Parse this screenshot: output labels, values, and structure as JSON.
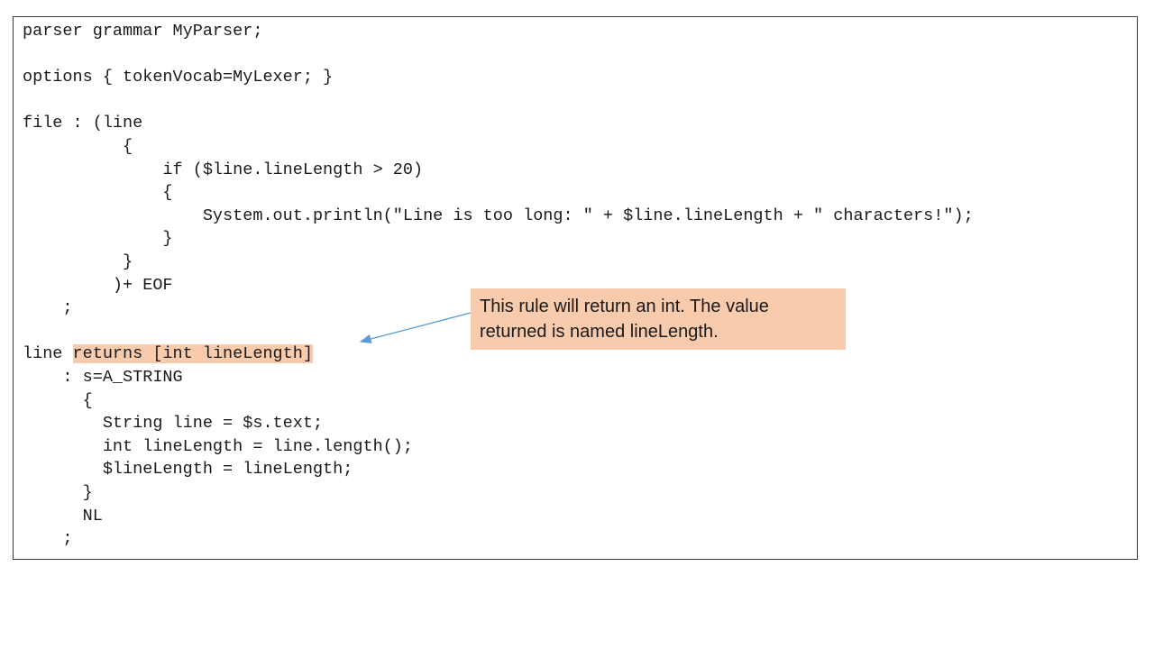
{
  "code": {
    "lines": [
      "parser grammar MyParser;",
      "",
      "options { tokenVocab=MyLexer; }",
      "",
      "file : (line",
      "          {",
      "              if ($line.lineLength > 20)",
      "              {",
      "                  System.out.println(\"Line is too long: \" + $line.lineLength + \" characters!\");",
      "              }",
      "          }",
      "         )+ EOF",
      "    ;",
      "",
      "line returns [int lineLength]",
      "    : s=A_STRING",
      "      {",
      "        String line = $s.text;",
      "        int lineLength = line.length();",
      "        $lineLength = lineLength;",
      "      }",
      "      NL",
      "    ;"
    ],
    "highlight": {
      "line_prefix": "line ",
      "highlighted_text": "returns [int lineLength]"
    }
  },
  "callout": {
    "line1": "This rule will return an int. The value",
    "line2": "returned is named lineLength."
  },
  "colors": {
    "highlight": "#f8cbad",
    "arrow": "#5b9bd5",
    "border": "#3a3a3a"
  }
}
